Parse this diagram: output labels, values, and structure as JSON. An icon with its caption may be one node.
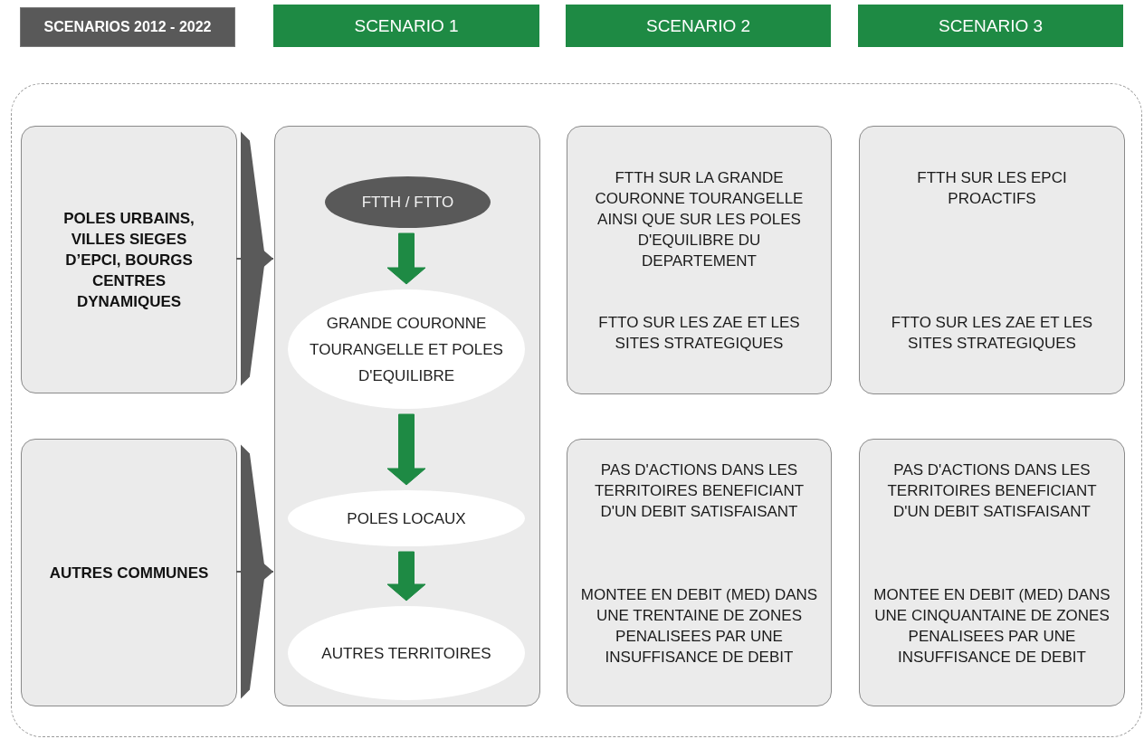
{
  "diagram": {
    "nodes": [
      {
        "text": [
          "SCENARIOS 2012 - 2022"
        ]
      },
      {
        "text": [
          "SCENARIO 1"
        ]
      },
      {
        "text": [
          "SCENARIO 2"
        ]
      },
      {
        "text": [
          "SCENARIO 3"
        ]
      },
      {
        "text": [],
        "shape": "box"
      },
      {
        "text": [
          "POLES URBAINS, VILLES SIEGES D’EPCI, BOURGS CENTRES DYNAMIQUES"
        ],
        "in": 4
      },
      {
        "text": [
          "AUTRES COMMUNES"
        ],
        "in": 4
      },
      {
        "text": [],
        "shape": "box",
        "in": 4
      },
      {
        "text": [
          "FTTH / FTTO"
        ],
        "in": 7
      },
      {
        "text": [
          "GRANDE COURONNE TOURANGELLE ET POLES D'EQUILIBRE"
        ],
        "in": 7
      },
      {
        "text": [
          "POLES LOCAUX"
        ],
        "in": 7
      },
      {
        "text": [
          "AUTRES TERRITOIRES"
        ],
        "in": 7
      },
      {
        "text": [
          "FTTH SUR LA GRANDE COURONNE TOURANGELLE AINSI QUE SUR LES POLES D'EQUILIBRE DU DEPARTEMENT",
          "FTTO SUR LES ZAE ET LES SITES STRATEGIQUES"
        ],
        "in": 4
      },
      {
        "text": [
          "FTTH SUR LES EPCI PROACTIFS",
          "FTTO SUR LES ZAE ET LES SITES STRATEGIQUES"
        ],
        "in": 4
      },
      {
        "text": [
          "PAS D'ACTIONS DANS LES TERRITOIRES BENEFICIANT D'UN DEBIT SATISFAISANT",
          "MONTEE EN DEBIT (MED) DANS UNE TRENTAINE DE ZONES PENALISEES PAR UNE INSUFFISANCE DE DEBIT"
        ],
        "in": 4
      },
      {
        "text": [
          "PAS D'ACTIONS DANS LES TERRITOIRES BENEFICIANT D'UN DEBIT SATISFAISANT",
          "MONTEE EN DEBIT (MED) DANS UNE CINQUANTAINE DE ZONES PENALISEES PAR UNE INSUFFISANCE DE DEBIT"
        ],
        "in": 4
      }
    ],
    "edges": [
      {
        "from": 5,
        "to": 7,
        "arrow": "to",
        "color": "#5a5a5a"
      },
      {
        "from": 6,
        "to": 7,
        "arrow": "to",
        "color": "#5a5a5a"
      },
      {
        "from": 8,
        "to": 9,
        "arrow": "to"
      },
      {
        "from": 9,
        "to": 10,
        "arrow": "to"
      },
      {
        "from": 10,
        "to": 11,
        "arrow": "to"
      }
    ]
  }
}
